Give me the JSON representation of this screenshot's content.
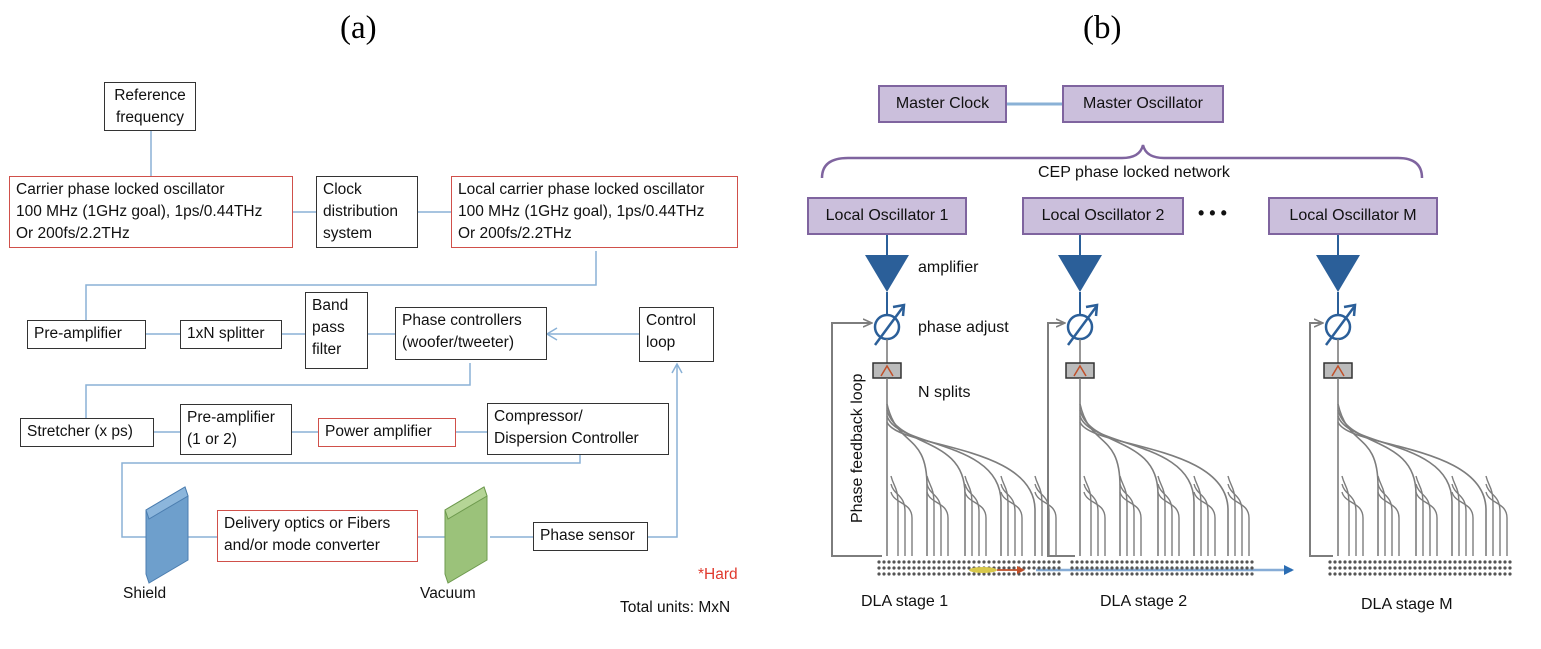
{
  "panel_a": {
    "title": "(a)",
    "reference_frequency": "Reference\nfrequency",
    "carrier_oscillator": "Carrier phase locked oscillator\n100 MHz (1GHz goal), 1ps/0.44THz\nOr 200fs/2.2THz",
    "clock_distribution": "Clock\ndistribution\nsystem",
    "local_carrier_oscillator": "Local carrier phase locked oscillator\n100 MHz (1GHz goal), 1ps/0.44THz\nOr 200fs/2.2THz",
    "pre_amplifier": "Pre-amplifier",
    "splitter": "1xN splitter",
    "band_pass_filter": "Band\npass\nfilter",
    "phase_controllers": "Phase controllers\n(woofer/tweeter)",
    "control_loop": "Control\nloop",
    "stretcher": "Stretcher (x ps)",
    "pre_amplifier_2": "Pre-amplifier\n(1 or 2)",
    "power_amplifier": "Power amplifier",
    "compressor": "Compressor/\nDispersion Controller",
    "delivery_optics": "Delivery optics or Fibers\nand/or mode converter",
    "phase_sensor": "Phase sensor",
    "shield": "Shield",
    "vacuum": "Vacuum",
    "hard_note": "*Hard",
    "total_units": "Total units: MxN"
  },
  "panel_b": {
    "title": "(b)",
    "master_clock": "Master Clock",
    "master_oscillator": "Master Oscillator",
    "network_label": "CEP phase locked network",
    "local_oscillators": [
      "Local Oscillator 1",
      "Local Oscillator 2",
      "Local Oscillator M"
    ],
    "ellipsis": "• • •",
    "amplifier": "amplifier",
    "phase_adjust": "phase adjust",
    "n_splits": "N splits",
    "feedback_loop": "Phase feedback loop",
    "stages": [
      "DLA stage 1",
      "DLA stage 2",
      "DLA stage M"
    ]
  },
  "colors": {
    "connector": "#8ab1d6",
    "red_border": "#d0504a",
    "purple_fill": "#cbbfdc",
    "purple_border": "#7f649f",
    "amplifier_blue": "#2b5f99",
    "shield_blue": "#6e9fcc",
    "vacuum_green": "#9bc27a",
    "gray_line": "#7d7d7d"
  }
}
